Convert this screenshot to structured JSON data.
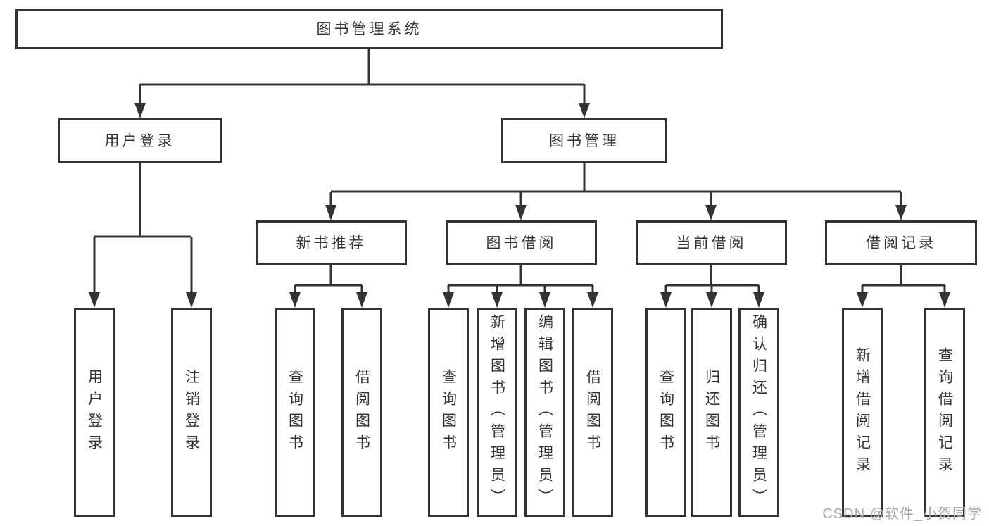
{
  "diagram": {
    "root": {
      "label": "图书管理系统"
    },
    "children": [
      {
        "label": "用户登录",
        "children": [
          {
            "label": "用户登录"
          },
          {
            "label": "注销登录"
          }
        ]
      },
      {
        "label": "图书管理",
        "children": [
          {
            "label": "新书推荐",
            "children": [
              {
                "label": "查询图书"
              },
              {
                "label": "借阅图书"
              }
            ]
          },
          {
            "label": "图书借阅",
            "children": [
              {
                "label": "查询图书"
              },
              {
                "label": "新增图书（管理员）"
              },
              {
                "label": "编辑图书（管理员）"
              },
              {
                "label": "借阅图书"
              }
            ]
          },
          {
            "label": "当前借阅",
            "children": [
              {
                "label": "查询图书"
              },
              {
                "label": "归还图书"
              },
              {
                "label": "确认归还（管理员）"
              }
            ]
          },
          {
            "label": "借阅记录",
            "children": [
              {
                "label": "新增借阅记录"
              },
              {
                "label": "查询借阅记录"
              }
            ]
          }
        ]
      }
    ]
  },
  "watermark": {
    "text": "CSDN @软件_小贺同学"
  },
  "colors": {
    "line": "#333333",
    "text": "#333333",
    "box_background": "#ffffff",
    "watermark": "#a8a8a8",
    "page_background": "#ffffff"
  }
}
